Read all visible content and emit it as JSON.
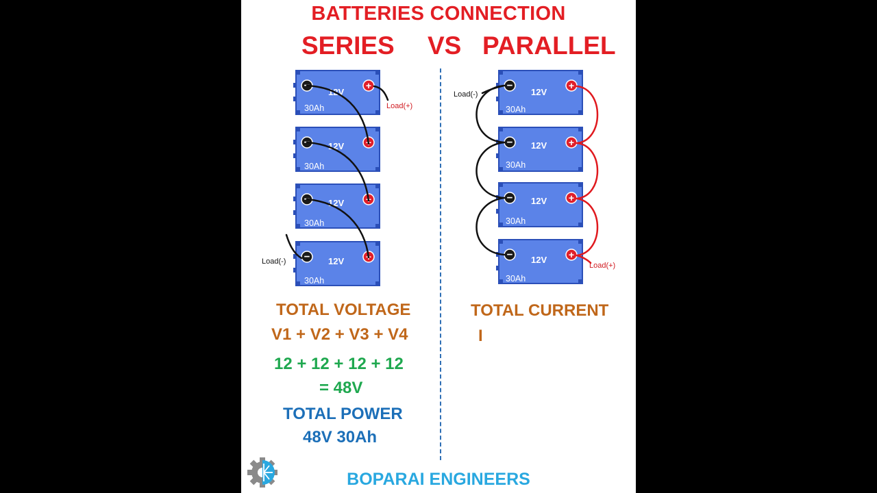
{
  "title": "BATTERIES CONNECTION",
  "series_label": "SERIES",
  "vs_label": "VS",
  "parallel_label": "PARALLEL",
  "battery": {
    "voltage": "12V",
    "capacity": "30Ah",
    "neg_symbol": "−",
    "pos_symbol": "+"
  },
  "series": {
    "load_pos": "Load(+)",
    "load_neg": "Load(-)",
    "total_voltage_label": "TOTAL VOLTAGE",
    "voltage_formula": "V1 + V2 + V3 + V4",
    "voltage_sum": "12 + 12 + 12 + 12",
    "voltage_result": "= 48V",
    "total_power_label": "TOTAL POWER",
    "total_power_value": "48V 30Ah"
  },
  "parallel": {
    "load_neg": "Load(-)",
    "load_pos": "Load(+)",
    "total_current_label": "TOTAL CURRENT",
    "current_formula": "I"
  },
  "brand": "BOPARAI ENGINEERS",
  "logo": {
    "icon": "gear-snowflake-icon"
  },
  "colors": {
    "title_red": "#e31e24",
    "battery_blue": "#5b83e8",
    "battery_dark": "#2b4fb8",
    "terminal_red": "#e01f2a",
    "wire_red": "#e0191e",
    "wire_black": "#111111",
    "orange": "#c0671a",
    "green": "#1fa84f",
    "blue": "#1c6fb8",
    "brand_blue": "#29a8e0"
  }
}
